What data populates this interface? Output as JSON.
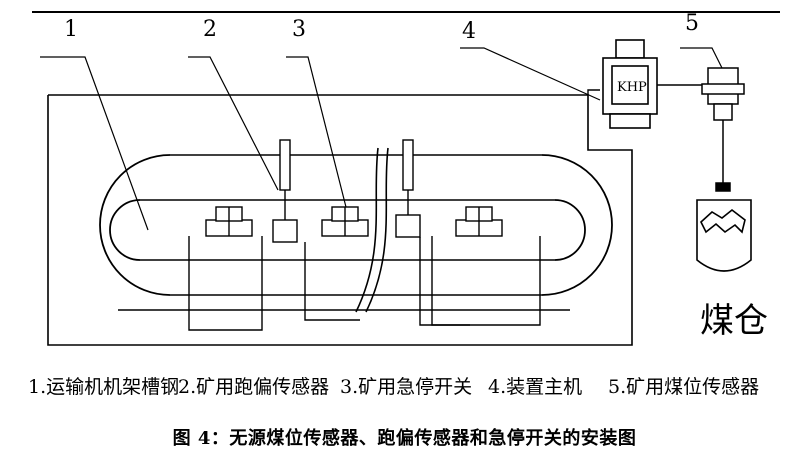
{
  "callouts": [
    {
      "number": "1"
    },
    {
      "number": "2"
    },
    {
      "number": "3"
    },
    {
      "number": "4"
    },
    {
      "number": "5"
    }
  ],
  "host_label": "KHP",
  "bin_label": "煤仓",
  "legend": [
    "1.运输机机架槽钢",
    "2.矿用跑偏传感器",
    "3.矿用急停开关",
    "4.装置主机",
    "5.矿用煤位传感器"
  ],
  "caption": "图 4：无源煤位传感器、跑偏传感器和急停开关的安装图"
}
